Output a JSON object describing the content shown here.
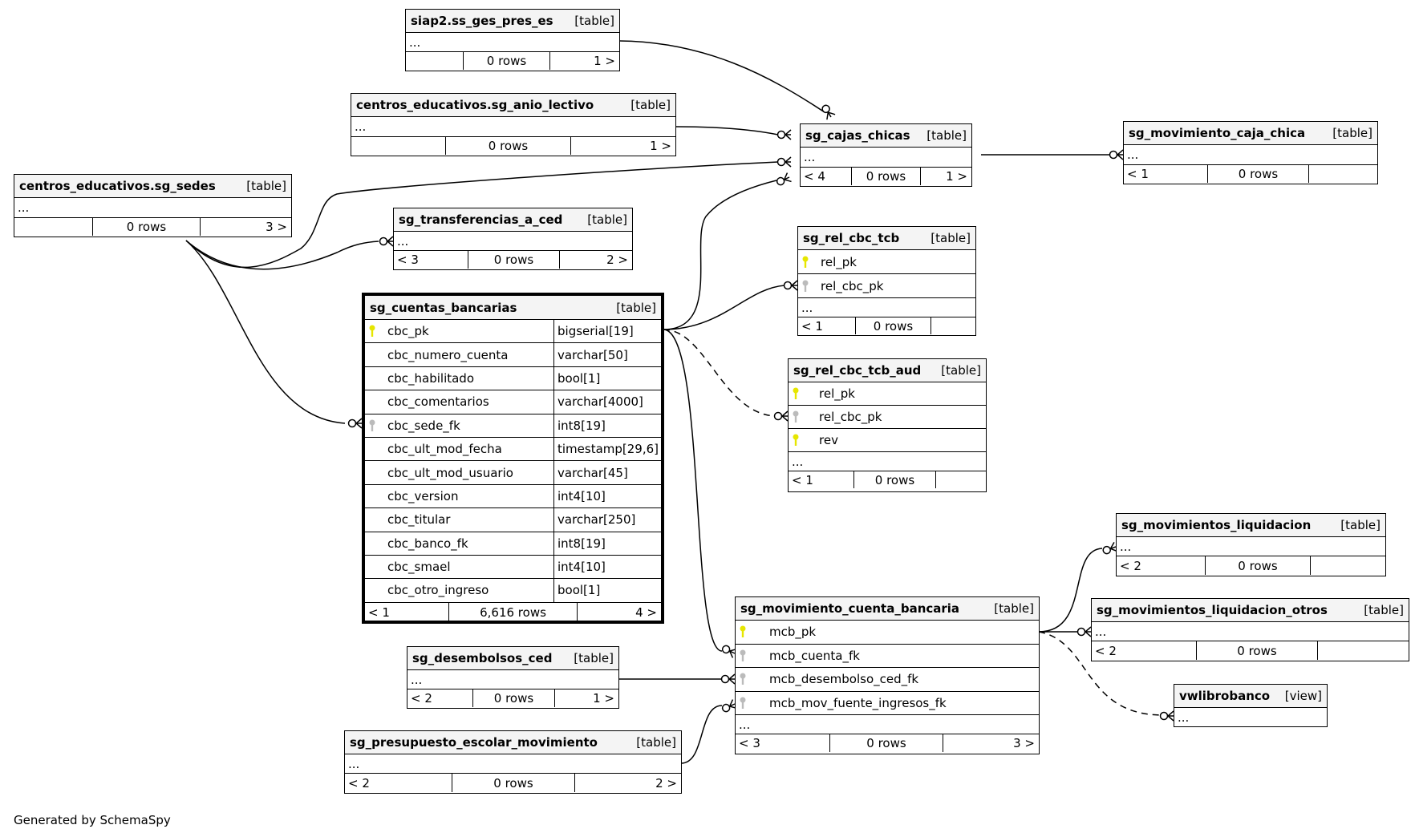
{
  "footer": "Generated by SchemaSpy",
  "tables": {
    "siap2": {
      "name": "siap2.ss_ges_pres_es",
      "kind": "[table]",
      "ellipsis": "...",
      "parents": "",
      "rows": "0 rows",
      "children": "1 >"
    },
    "anio": {
      "name": "centros_educativos.sg_anio_lectivo",
      "kind": "[table]",
      "ellipsis": "...",
      "parents": "",
      "rows": "0 rows",
      "children": "1 >"
    },
    "sedes": {
      "name": "centros_educativos.sg_sedes",
      "kind": "[table]",
      "ellipsis": "...",
      "parents": "",
      "rows": "0 rows",
      "children": "3 >"
    },
    "transf": {
      "name": "sg_transferencias_a_ced",
      "kind": "[table]",
      "ellipsis": "...",
      "parents": "< 3",
      "rows": "0 rows",
      "children": "2 >"
    },
    "cajas": {
      "name": "sg_cajas_chicas",
      "kind": "[table]",
      "ellipsis": "...",
      "parents": "< 4",
      "rows": "0 rows",
      "children": "1 >"
    },
    "movcaja": {
      "name": "sg_movimiento_caja_chica",
      "kind": "[table]",
      "ellipsis": "...",
      "parents": "< 1",
      "rows": "0 rows",
      "children": ""
    },
    "relcbc": {
      "name": "sg_rel_cbc_tcb",
      "kind": "[table]",
      "columns": [
        {
          "name": "rel_pk",
          "key": "pk"
        },
        {
          "name": "rel_cbc_pk",
          "key": "fk"
        }
      ],
      "ellipsis": "...",
      "parents": "< 1",
      "rows": "0 rows",
      "children": ""
    },
    "relaud": {
      "name": "sg_rel_cbc_tcb_aud",
      "kind": "[table]",
      "columns": [
        {
          "name": "rel_pk",
          "key": "pk"
        },
        {
          "name": "rel_cbc_pk",
          "key": "fk"
        },
        {
          "name": "rev",
          "key": "pk"
        }
      ],
      "ellipsis": "...",
      "parents": "< 1",
      "rows": "0 rows",
      "children": ""
    },
    "main": {
      "name": "sg_cuentas_bancarias",
      "kind": "[table]",
      "columns": [
        {
          "name": "cbc_pk",
          "type": "bigserial[19]",
          "key": "pk"
        },
        {
          "name": "cbc_numero_cuenta",
          "type": "varchar[50]",
          "key": ""
        },
        {
          "name": "cbc_habilitado",
          "type": "bool[1]",
          "key": ""
        },
        {
          "name": "cbc_comentarios",
          "type": "varchar[4000]",
          "key": ""
        },
        {
          "name": "cbc_sede_fk",
          "type": "int8[19]",
          "key": "fk"
        },
        {
          "name": "cbc_ult_mod_fecha",
          "type": "timestamp[29,6]",
          "key": ""
        },
        {
          "name": "cbc_ult_mod_usuario",
          "type": "varchar[45]",
          "key": ""
        },
        {
          "name": "cbc_version",
          "type": "int4[10]",
          "key": ""
        },
        {
          "name": "cbc_titular",
          "type": "varchar[250]",
          "key": ""
        },
        {
          "name": "cbc_banco_fk",
          "type": "int8[19]",
          "key": ""
        },
        {
          "name": "cbc_smael",
          "type": "int4[10]",
          "key": ""
        },
        {
          "name": "cbc_otro_ingreso",
          "type": "bool[1]",
          "key": ""
        }
      ],
      "parents": "< 1",
      "rows": "6,616 rows",
      "children": "4 >"
    },
    "mcb": {
      "name": "sg_movimiento_cuenta_bancaria",
      "kind": "[table]",
      "columns": [
        {
          "name": "mcb_pk",
          "key": "pk"
        },
        {
          "name": "mcb_cuenta_fk",
          "key": "fk"
        },
        {
          "name": "mcb_desembolso_ced_fk",
          "key": "fk"
        },
        {
          "name": "mcb_mov_fuente_ingresos_fk",
          "key": "fk"
        }
      ],
      "ellipsis": "...",
      "parents": "< 3",
      "rows": "0 rows",
      "children": "3 >"
    },
    "liq": {
      "name": "sg_movimientos_liquidacion",
      "kind": "[table]",
      "ellipsis": "...",
      "parents": "< 2",
      "rows": "0 rows",
      "children": ""
    },
    "liqotros": {
      "name": "sg_movimientos_liquidacion_otros",
      "kind": "[table]",
      "ellipsis": "...",
      "parents": "< 2",
      "rows": "0 rows",
      "children": ""
    },
    "vw": {
      "name": "vwlibrobanco",
      "kind": "[view]",
      "ellipsis": "..."
    },
    "desemb": {
      "name": "sg_desembolsos_ced",
      "kind": "[table]",
      "ellipsis": "...",
      "parents": "< 2",
      "rows": "0 rows",
      "children": "1 >"
    },
    "presup": {
      "name": "sg_presupuesto_escolar_movimiento",
      "kind": "[table]",
      "ellipsis": "...",
      "parents": "< 2",
      "rows": "0 rows",
      "children": "2 >"
    }
  },
  "colors": {
    "pk_key": "#e6e600",
    "fk_key": "#bbbbbb",
    "header_bg": "#f4f4f4",
    "line": "#000000"
  }
}
